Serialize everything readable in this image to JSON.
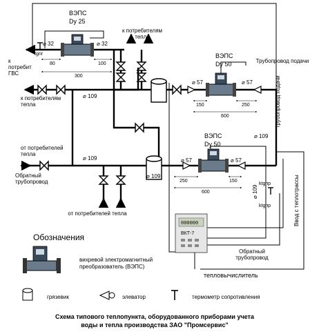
{
  "labels": {
    "vepsc_dy25_name": "ВЭПС",
    "vepsc_dy25_size": "Dy 25",
    "vepsc_top_name": "ВЭПС",
    "vepsc_top_size": "Dy 50",
    "vepsc_bot_name": "ВЭПС",
    "vepsc_bot_size": "Dy 50",
    "consumers_heat_top": "к потребителям тепла",
    "consumers_gvs": "к потребителям ГВС",
    "consumers_heat_left": "к потребителям тепла",
    "from_consumers_heat": "от потребителей тепла",
    "return_pipe_left": "Обратный трубопровод",
    "from_consumers_heat_bottom": "от потребителей тепла",
    "supply_pipe_top": "Трубопровод подачи",
    "supply_pipe_vertical": "Трубопровод подачи",
    "heat_network_input": "Ввод с теплотрассы",
    "return_pipe_right": "Обратный трубопровод",
    "heat_calculator": "тепловычислитель",
    "tgnr": "tgnr",
    "ktgpr_top": "ktgпр",
    "ktgpr_bottom": "ktgпр"
  },
  "dimensions": {
    "d32_left": "⌀ 32",
    "d32_right": "⌀ 32",
    "d109_top": "⌀ 109",
    "d109_mid": "⌀ 109",
    "d109_bottom": "⌀ 109",
    "d109_right_top": "⌀ 109",
    "d109_right_bottom": "⌀ 109",
    "d57_top_left": "⌀ 57",
    "d57_top_right": "⌀ 57",
    "d57_bot_left": "⌀ 57",
    "d57_bot_right": "⌀ 57",
    "len_80": "80",
    "len_100": "100",
    "len_300": "300",
    "len_150_top": "150",
    "len_250_top": "250",
    "len_600_top": "600",
    "len_250_bot": "250",
    "len_150_bot": "150",
    "len_600_bot": "600"
  },
  "calculator": {
    "screen_text": "000000",
    "brand": "ВКТ-7"
  },
  "legend": {
    "title": "Обозначения",
    "vepsc_description": "вихревой электромагнитный преобразователь (ВЭПС)",
    "mud_trap": "грязевик",
    "elevator": "элеватор",
    "thermometer": "термометр сопротивления"
  },
  "caption": {
    "line1": "Схема типового теплопункта, оборудованного приборами учета",
    "line2": "воды и тепла производства ЗАО \"Промсервис\""
  }
}
